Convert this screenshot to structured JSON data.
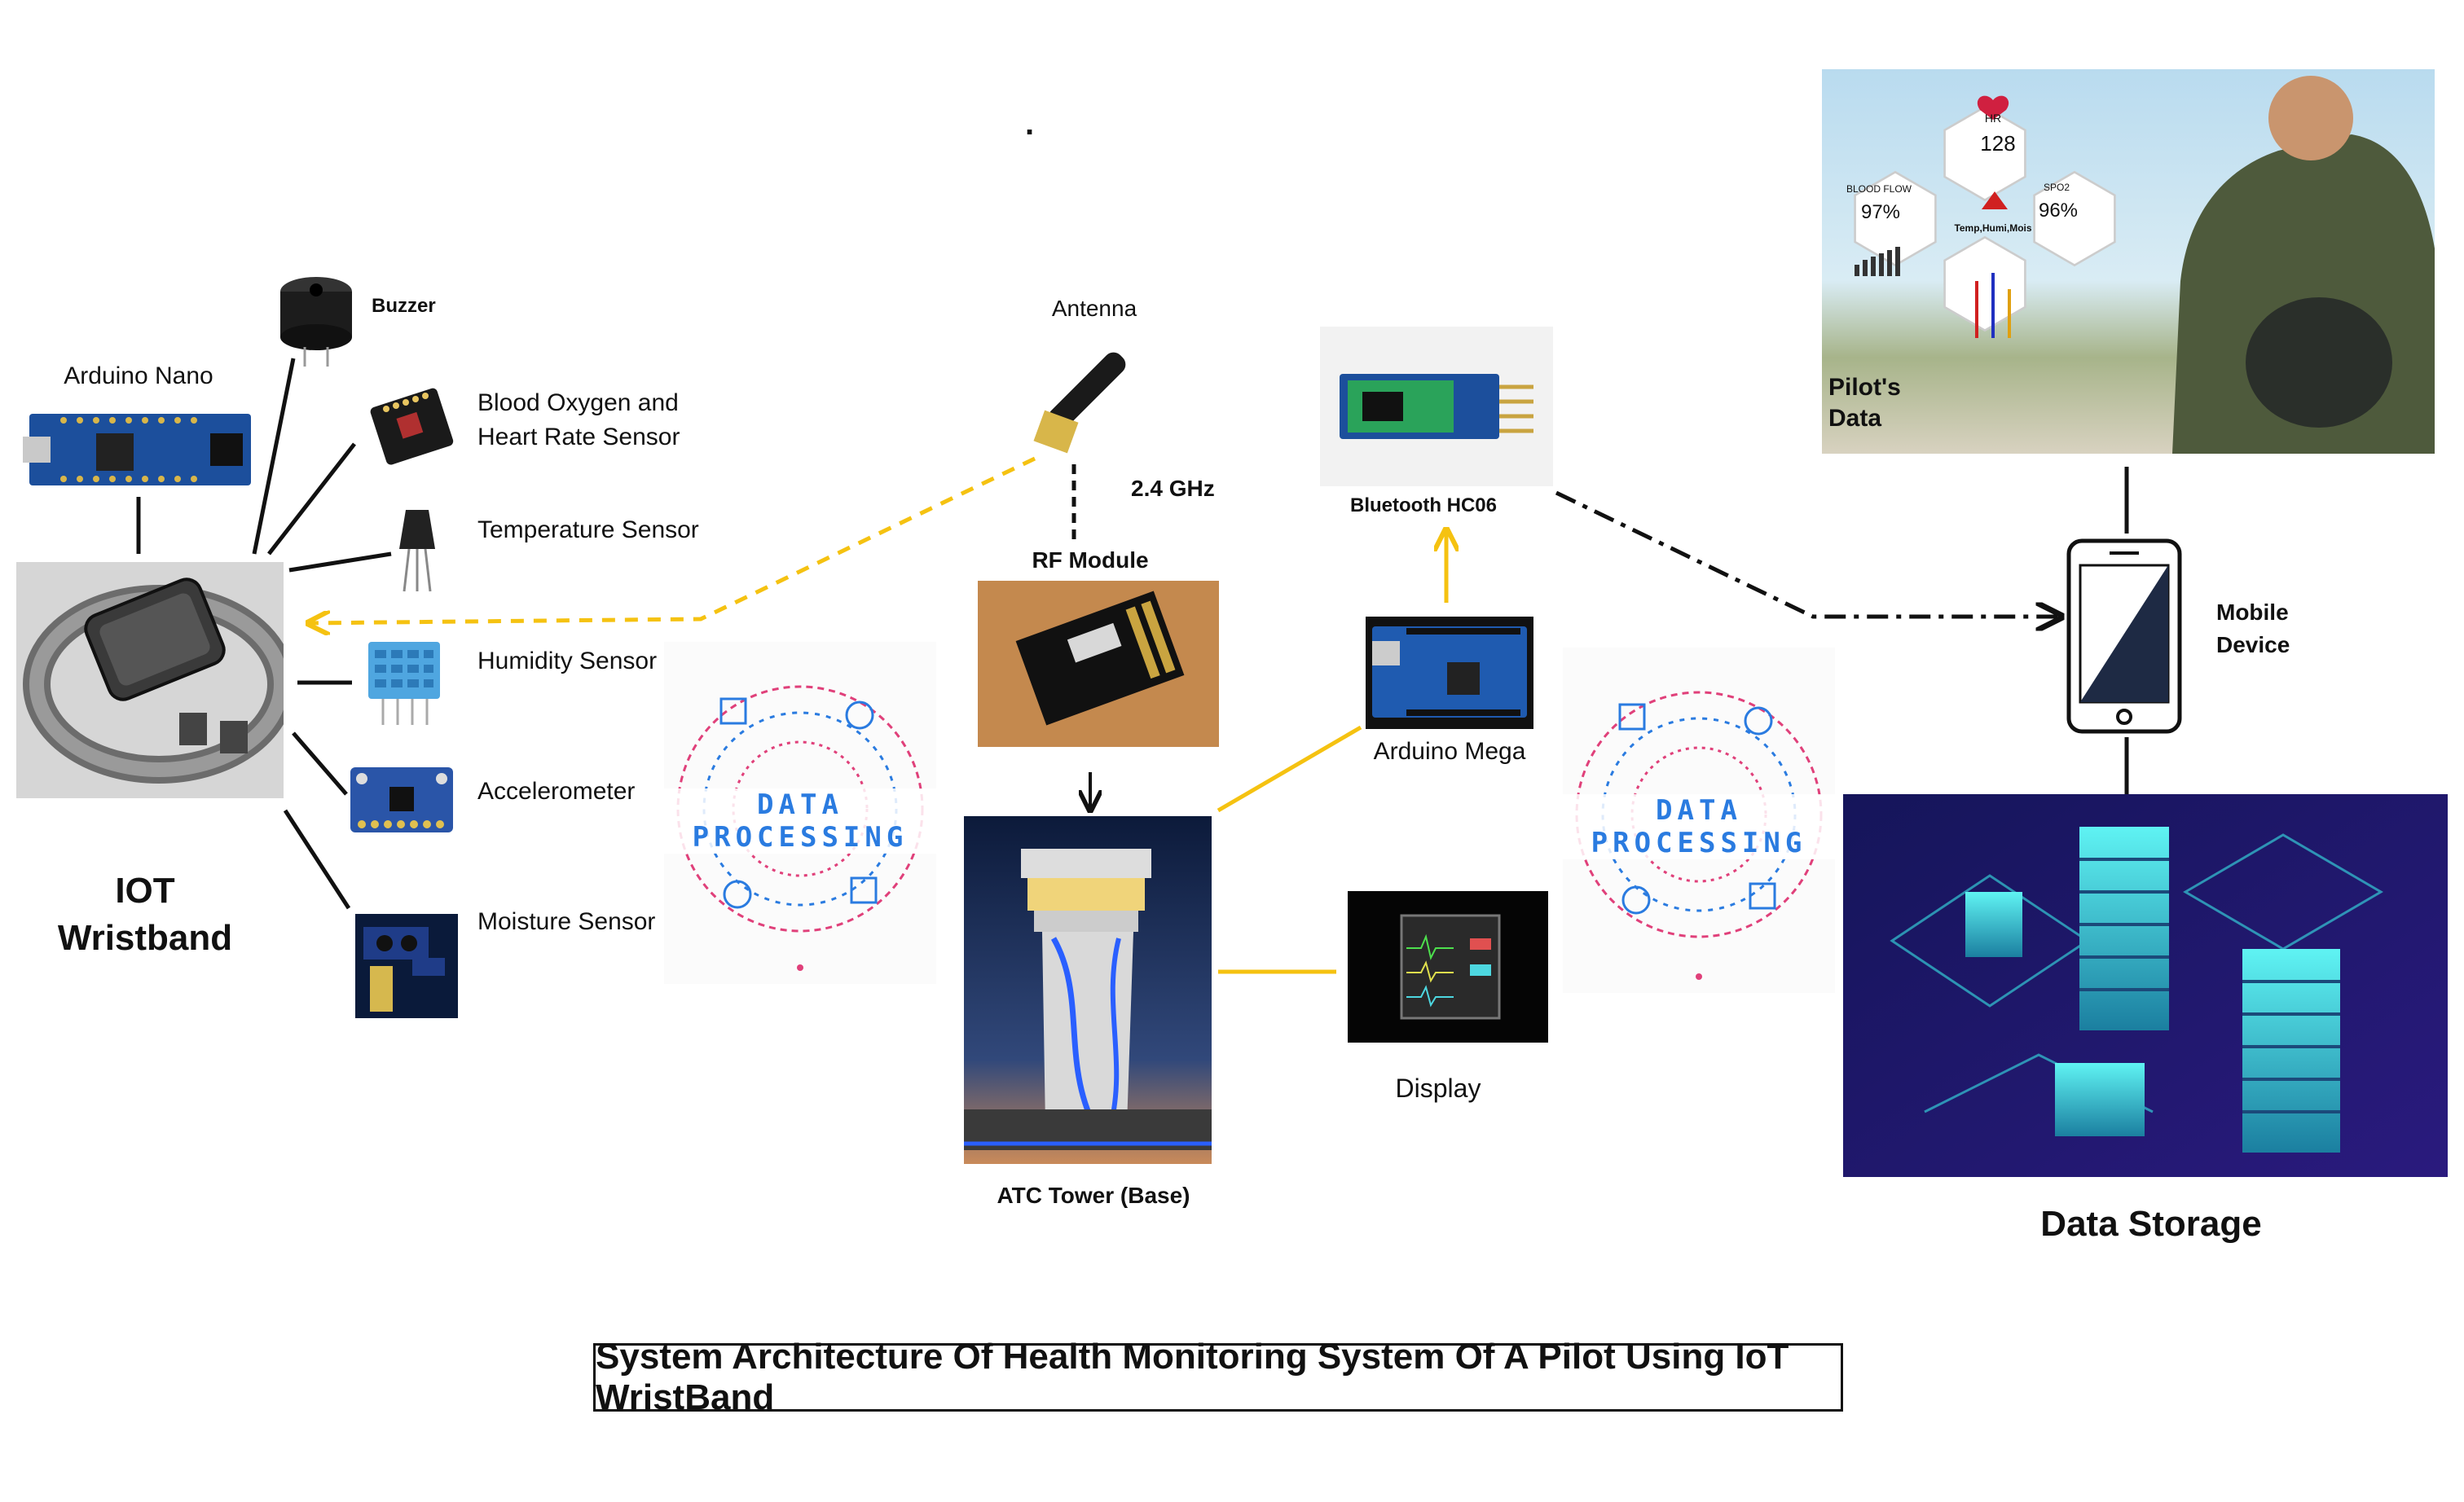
{
  "dot": ".",
  "wristband": {
    "title": "IOT Wristband",
    "line1": "IOT",
    "line2": "Wristband",
    "arduino_nano": "Arduino Nano"
  },
  "sensors": [
    {
      "key": "buzzer",
      "label": "Buzzer"
    },
    {
      "key": "blood_oxygen",
      "label": "Blood Oxygen and Heart Rate Sensor",
      "line1": "Blood Oxygen and",
      "line2": "Heart Rate Sensor"
    },
    {
      "key": "temperature",
      "label": "Temperature Sensor"
    },
    {
      "key": "humidity",
      "label": "Humidity Sensor"
    },
    {
      "key": "accelerometer",
      "label": "Accelerometer"
    },
    {
      "key": "moisture",
      "label": "Moisture Sensor"
    }
  ],
  "base": {
    "antenna": "Antenna",
    "frequency": "2.4 GHz",
    "rf_module": "RF Module",
    "tower": "ATC Tower (Base)",
    "bluetooth": "Bluetooth HC06",
    "arduino_mega": "Arduino Mega",
    "display": "Display"
  },
  "data_processing": "DATA PROCESSING",
  "pilot_panel": {
    "label_line1": "Pilot's",
    "label_line2": "Data",
    "hr_label": "HR",
    "hr_value": "128",
    "blood_flow_label": "BLOOD FLOW",
    "blood_flow_value": "97%",
    "spo2_label": "SPO2",
    "spo2_value": "96%",
    "temp_label": "Temp,Humi,Mois"
  },
  "mobile": {
    "line1": "Mobile",
    "line2": "Device"
  },
  "storage": "Data Storage",
  "caption": "System Architecture Of Health Monitoring System Of A Pilot Using IoT WristBand",
  "colors": {
    "accent_yellow": "#f5c211",
    "dark_line": "#111111",
    "storage_bg": "#1a1a6e",
    "storage_glow": "#38e8e8",
    "dp_blue": "#2a7be0",
    "dp_pink": "#e0407a"
  }
}
